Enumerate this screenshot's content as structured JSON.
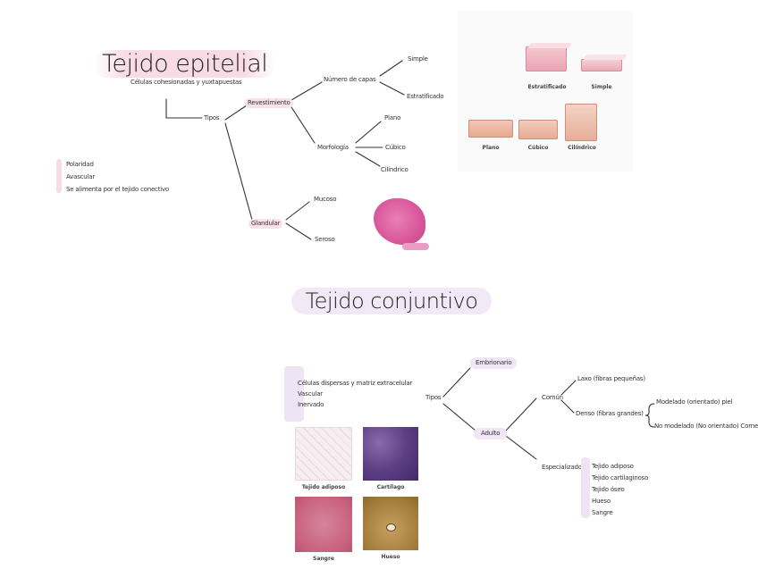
{
  "epitelial": {
    "title": "Tejido epitelial",
    "subtitle": "Células cohesionadas y yuxtapuestas",
    "tipos": "Tipos",
    "revestimiento": "Revestimiento",
    "numero_capas": "Número de capas",
    "simple": "Simple",
    "estratificado": "Estratificado",
    "morfologia": "Morfología",
    "plano": "Plano",
    "cubico": "Cúbico",
    "cilindrico": "Cilíndrico",
    "glandular": "Glandular",
    "mucoso": "Mucoso",
    "seroso": "Seroso",
    "properties": [
      "Polaridad",
      "Avascular",
      "Se alimenta por el tejido conectivo"
    ],
    "image_captions": {
      "estratificado": "Estratificado",
      "simple": "Simple",
      "plano": "Plano",
      "cubico": "Cúbico",
      "cilindrico": "Cilíndrico"
    }
  },
  "conjuntivo": {
    "title": "Tejido conjuntivo",
    "properties": [
      "Células dispersas y matriz extracelular",
      "Vascular",
      "Inervado"
    ],
    "tipos": "Tipos",
    "embrionario": "Embrionario",
    "adulto": "Adulto",
    "comun": "Común",
    "laxo": "Laxo (fibras pequeñas)",
    "denso": "Denso (fibras grandes)",
    "modelado": "Modelado (orientado) piel",
    "no_modelado": "No modelado (No orientado) Cornea",
    "especializado": "Especializado",
    "especializado_items": [
      "Tejido adiposo",
      "Tejido cartilaginoso",
      "Tejido óseo",
      "Hueso",
      "Sangre"
    ],
    "image_captions": {
      "adiposo": "Tejido adiposo",
      "cartilago": "Cartílago",
      "sangre": "Sangre",
      "hueso": "Hueso"
    }
  },
  "colors": {
    "pink_highlight": "#f8dbe4",
    "lavender_highlight": "#f1e6f5",
    "line": "#333333"
  }
}
